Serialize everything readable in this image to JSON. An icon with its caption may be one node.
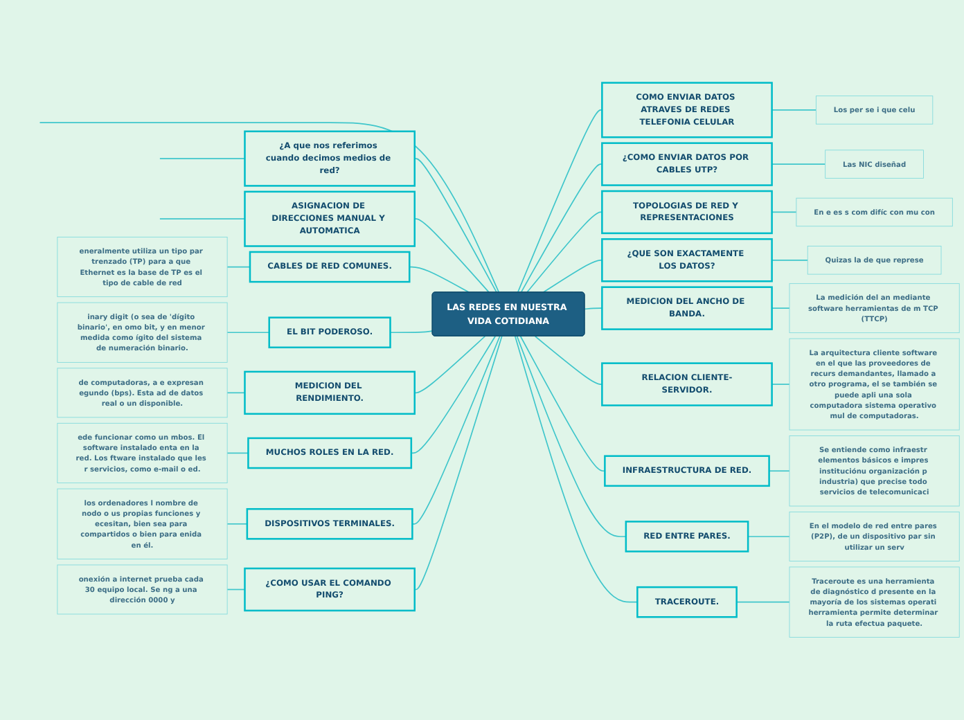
{
  "diagram": {
    "nodes": [
      {
        "text": [
          "LAS REDES EN NUESTRA VIDA COTIDIANA"
        ]
      },
      {
        "text": [
          "¿A que nos referimos cuando decimos medios de red?"
        ]
      },
      {
        "text": [
          "ASIGNACION DE DIRECCIONES MANUAL Y AUTOMATICA"
        ]
      },
      {
        "text": [
          "CABLES DE RED COMUNES."
        ]
      },
      {
        "text": [
          "eneralmente utiliza un tipo par trenzado (TP) para a que Ethernet es la base de TP es el tipo de cable de red"
        ]
      },
      {
        "text": [
          "EL BIT PODEROSO."
        ]
      },
      {
        "text": [
          "inary digit (o sea de 'dígito binario', en omo bit, y en menor medida como ígito del sistema de numeración binario."
        ]
      },
      {
        "text": [
          "MEDICION DEL RENDIMIENTO."
        ]
      },
      {
        "text": [
          "de computadoras, a e expresan egundo (bps). Esta ad de datos real o un disponible."
        ]
      },
      {
        "text": [
          "MUCHOS ROLES EN LA RED."
        ]
      },
      {
        "text": [
          "ede funcionar como un mbos. El software instalado enta en la red. Los ftware instalado que les r servicios, como e-mail o ed."
        ]
      },
      {
        "text": [
          "DISPOSITIVOS TERMINALES."
        ]
      },
      {
        "text": [
          "los ordenadores l nombre de nodo o us propias funciones y ecesitan, bien sea para compartidos o bien para enida en él."
        ]
      },
      {
        "text": [
          "¿COMO USAR EL COMANDO PING?"
        ]
      },
      {
        "text": [
          "onexión a internet prueba cada 30 equipo local. Se ng a una dirección 0000 y"
        ]
      },
      {
        "text": [
          "COMO ENVIAR DATOS ATRAVES DE REDES TELEFONIA CELULAR"
        ]
      },
      {
        "text": [
          "Los per se i que celu"
        ]
      },
      {
        "text": [
          "¿COMO ENVIAR DATOS POR CABLES UTP?"
        ]
      },
      {
        "text": [
          "Las NIC diseñad"
        ]
      },
      {
        "text": [
          "TOPOLOGIAS DE RED Y REPRESENTACIONES"
        ]
      },
      {
        "text": [
          "En e es s com difíc con mu con"
        ]
      },
      {
        "text": [
          "¿QUE SON EXACTAMENTE LOS DATOS?"
        ]
      },
      {
        "text": [
          "Quizas la de que represe"
        ]
      },
      {
        "text": [
          "MEDICION DEL ANCHO DE BANDA."
        ]
      },
      {
        "text": [
          "La medición del an mediante software herramientas de m TCP (TTCP)"
        ]
      },
      {
        "text": [
          "RELACION CLIENTE-SERVIDOR."
        ]
      },
      {
        "text": [
          "La arquitectura cliente software en el que las proveedores de recurs demandantes, llamado a otro programa, el se también se puede apli una sola computadora sistema operativo mul de computadoras."
        ]
      },
      {
        "text": [
          "INFRAESTRUCTURA DE RED."
        ]
      },
      {
        "text": [
          "Se entiende como infraestr elementos básicos e impres instituciónu organización p industria) que precise todo servicios de telecomunicaci"
        ]
      },
      {
        "text": [
          "RED ENTRE PARES."
        ]
      },
      {
        "text": [
          "En el modelo de red entre pares (P2P), de un dispositivo par sin utilizar un serv"
        ]
      },
      {
        "text": [
          "TRACEROUTE."
        ]
      },
      {
        "text": [
          "Traceroute es una herramienta de diagnóstico d presente en la mayoría de los sistemas operati herramienta permite determinar la ruta efectua paquete."
        ]
      }
    ],
    "edges": [
      {
        "from": 0,
        "to": null,
        "arrow": "none"
      },
      {
        "from": 0,
        "to": 1,
        "arrow": "none"
      },
      {
        "from": 1,
        "to": null,
        "arrow": "none"
      },
      {
        "from": 0,
        "to": 2,
        "arrow": "none"
      },
      {
        "from": 2,
        "to": null,
        "arrow": "none"
      },
      {
        "from": 0,
        "to": 3,
        "arrow": "none"
      },
      {
        "from": 3,
        "to": 4,
        "arrow": "none"
      },
      {
        "from": 0,
        "to": 5,
        "arrow": "none"
      },
      {
        "from": 5,
        "to": 6,
        "arrow": "none"
      },
      {
        "from": 0,
        "to": 7,
        "arrow": "none"
      },
      {
        "from": 7,
        "to": 8,
        "arrow": "none"
      },
      {
        "from": 0,
        "to": 9,
        "arrow": "none"
      },
      {
        "from": 9,
        "to": 10,
        "arrow": "none"
      },
      {
        "from": 0,
        "to": 11,
        "arrow": "none"
      },
      {
        "from": 11,
        "to": 12,
        "arrow": "none"
      },
      {
        "from": 0,
        "to": 13,
        "arrow": "none"
      },
      {
        "from": 13,
        "to": 14,
        "arrow": "none"
      },
      {
        "from": 0,
        "to": 15,
        "arrow": "none"
      },
      {
        "from": 15,
        "to": 16,
        "arrow": "none"
      },
      {
        "from": 0,
        "to": 17,
        "arrow": "none"
      },
      {
        "from": 17,
        "to": 18,
        "arrow": "none"
      },
      {
        "from": 0,
        "to": 19,
        "arrow": "none"
      },
      {
        "from": 19,
        "to": 20,
        "arrow": "none"
      },
      {
        "from": 0,
        "to": 21,
        "arrow": "none"
      },
      {
        "from": 21,
        "to": 22,
        "arrow": "none"
      },
      {
        "from": 0,
        "to": 23,
        "arrow": "none"
      },
      {
        "from": 23,
        "to": 24,
        "arrow": "none"
      },
      {
        "from": 0,
        "to": 25,
        "arrow": "none"
      },
      {
        "from": 25,
        "to": 26,
        "arrow": "none"
      },
      {
        "from": 0,
        "to": 27,
        "arrow": "none"
      },
      {
        "from": 27,
        "to": 28,
        "arrow": "none"
      },
      {
        "from": 0,
        "to": 29,
        "arrow": "none"
      },
      {
        "from": 29,
        "to": 30,
        "arrow": "none"
      },
      {
        "from": 0,
        "to": 31,
        "arrow": "none"
      },
      {
        "from": 31,
        "to": 32,
        "arrow": "none"
      }
    ]
  }
}
